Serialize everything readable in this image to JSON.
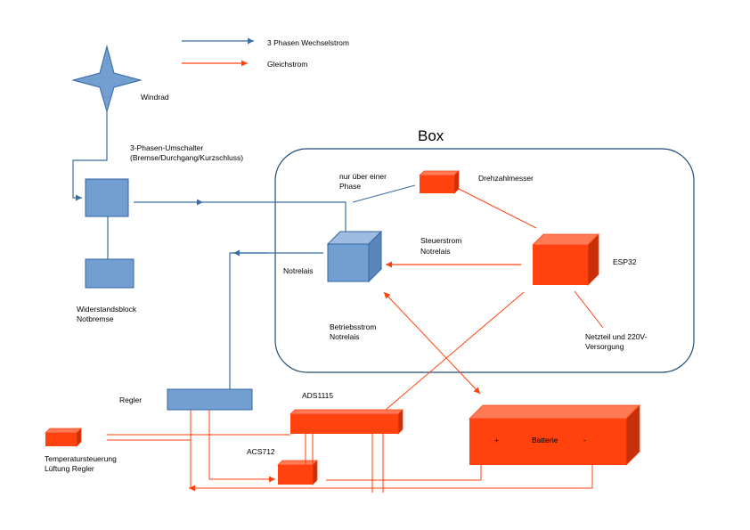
{
  "legend": {
    "ac_label": "3 Phasen Wechselstrom",
    "dc_label": "Gleichstrom"
  },
  "labels": {
    "windrad": "Windrad",
    "switch_line1": "3-Phasen-Umschalter",
    "switch_line2": "(Bremse/Durchgang/Kurzschluss)",
    "resistor_line1": "Widerstandsblock",
    "resistor_line2": "Notbremse",
    "box_title": "Box",
    "one_phase_line1": "nur über einer",
    "one_phase_line2": "Phase",
    "tacho": "Drehzahlmesser",
    "control_line1": "Steuerstrom",
    "control_line2": "Notrelais",
    "esp32": "ESP32",
    "relay": "Notrelais",
    "operating_line1": "Betriebsstrom",
    "operating_line2": "Notrelais",
    "psu_line1": "Netzteil und 220V-",
    "psu_line2": "Versorgung",
    "regler": "Regler",
    "ads": "ADS1115",
    "acs": "ACS712",
    "battery": "Batterie",
    "plus": "+",
    "minus": "-",
    "temp_line1": "Temperatursteuerung",
    "temp_line2": "Lüftung Regler"
  },
  "colors": {
    "ac": "#3a6ea5",
    "dc": "#ff420e",
    "blue_fill": "#729fcf",
    "blue_stroke": "#3465a4",
    "red_fill": "#ff420e",
    "box_border": "#1f4e79"
  }
}
